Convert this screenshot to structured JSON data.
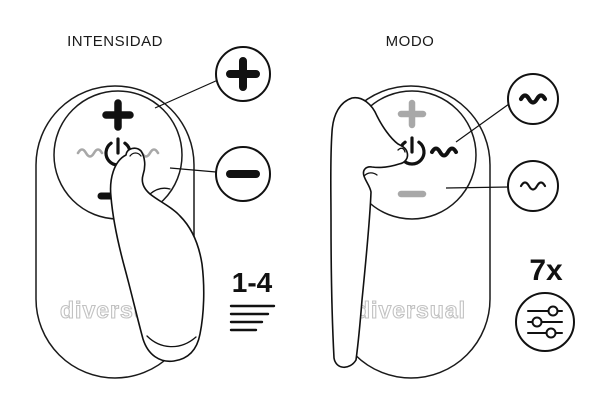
{
  "illustration": {
    "left_panel": {
      "title": "INTENSIDAD",
      "brand": "diversual",
      "range_label": "1-4",
      "callouts": [
        "plus-icon",
        "minus-icon"
      ],
      "control_icons": [
        "plus-icon",
        "wave-icon",
        "power-icon",
        "wave-icon",
        "minus-icon"
      ]
    },
    "right_panel": {
      "title": "MODO",
      "brand": "diversual",
      "count_label": "7x",
      "callouts": [
        "wave-bold-icon",
        "wave-thin-icon"
      ],
      "control_icons": [
        "plus-icon",
        "wave-icon",
        "power-icon",
        "wave-icon",
        "minus-icon"
      ],
      "modes_icon": "sliders-icon"
    },
    "colors": {
      "outline": "#1a1a1a",
      "active_icon": "#111111",
      "inactive_icon": "#a8a8a8",
      "brand_outline": "#c2c2c2",
      "background": "#ffffff"
    }
  }
}
